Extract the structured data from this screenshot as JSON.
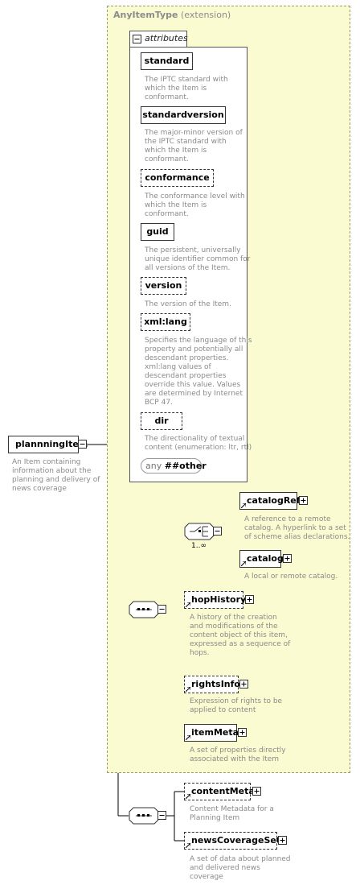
{
  "extension": {
    "type_name": "AnyItemType",
    "suffix": "(extension)"
  },
  "attributes_tab": "attributes",
  "attributes": [
    {
      "name": "standard",
      "desc": [
        "The IPTC standard with",
        "which the Item is",
        "conformant."
      ]
    },
    {
      "name": "standardversion",
      "desc": [
        "The major-minor version of",
        "the IPTC standard with",
        "which the Item is",
        "conformant."
      ]
    },
    {
      "name": "conformance",
      "desc": [
        "The conformance level with",
        "which the Item is",
        "conformant."
      ]
    },
    {
      "name": "guid",
      "desc": [
        "The persistent, universally",
        "unique identifier common for",
        "all versions of the Item."
      ]
    },
    {
      "name": "version",
      "desc": [
        "The version of the Item."
      ]
    },
    {
      "name": "xml:lang",
      "desc": [
        "Specifies the language of this",
        "property and potentially all",
        "descendant properties.",
        "xml:lang values of",
        "descendant properties",
        "override this value. Values",
        "are determined by Internet",
        "BCP 47."
      ]
    },
    {
      "name": "dir",
      "desc": [
        "The directionality of textual",
        "content (enumeration: ltr, rtl)"
      ]
    }
  ],
  "any_attr": {
    "prefix": "any",
    "label": "##other"
  },
  "root": {
    "name": "plannningItem",
    "desc": [
      "An Item containing",
      "information about the",
      "planning and delivery of",
      "news coverage"
    ]
  },
  "choice_multiplicity": "1..∞",
  "elements": {
    "catalogRef": {
      "name": "catalogRef",
      "desc": [
        "A reference to a remote",
        "catalog. A hyperlink to a set",
        "of scheme alias declarations."
      ]
    },
    "catalog": {
      "name": "catalog",
      "desc": [
        "A local or remote catalog."
      ]
    },
    "hopHistory": {
      "name": "hopHistory",
      "desc": [
        " A history of the creation",
        "and modifications of the",
        "content object of this item,",
        "expressed as a sequence of",
        "hops."
      ]
    },
    "rightsInfo": {
      "name": "rightsInfo",
      "desc": [
        "Expression of rights to be",
        "applied to content"
      ]
    },
    "itemMeta": {
      "name": "itemMeta",
      "desc": [
        "A set of properties directly",
        "associated with the Item"
      ]
    },
    "contentMeta": {
      "name": "contentMeta",
      "desc": [
        "Content Metadata for a",
        "Planning Item"
      ]
    },
    "newsCoverageSet": {
      "name": "newsCoverageSet",
      "desc": [
        "A set of data about planned",
        "and delivered news",
        "coverage"
      ]
    }
  }
}
